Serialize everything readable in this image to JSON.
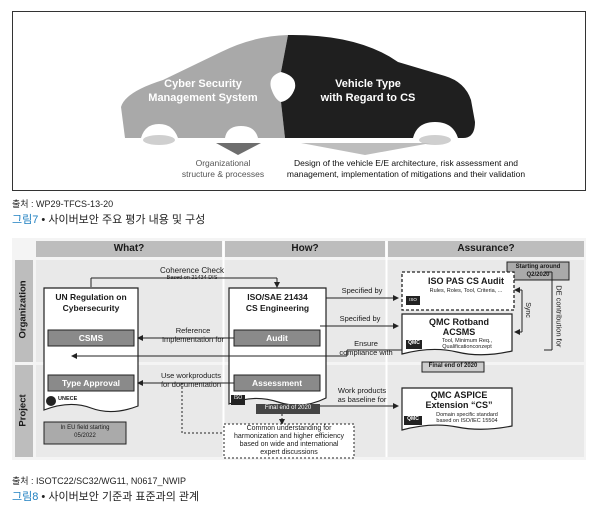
{
  "figure1": {
    "left_piece": {
      "line1": "Cyber Security",
      "line2": "Management System"
    },
    "right_piece": {
      "line1": "Vehicle Type",
      "line2": "with Regard to CS"
    },
    "left_desc": {
      "line1": "Organizational",
      "line2": "structure & processes"
    },
    "right_desc": {
      "line1": "Design of the vehicle E/E architecture, risk assessment and",
      "line2": "management, implementation of mitigations and their validation"
    },
    "source": "출처 : WP29-TFCS-13-20",
    "caption_num": "그림7",
    "caption_text": "  •  사이버보안 주요 평가 내용 및 구성"
  },
  "figure2": {
    "col_headers": [
      "What?",
      "How?",
      "Assurance?"
    ],
    "row_headers": [
      "Organization",
      "Project"
    ],
    "coherence": {
      "title": "Coherence Check",
      "sub": "Based on 21434 DIS"
    },
    "un_reg": {
      "line1": "UN Regulation on",
      "line2": "Cybersecurity"
    },
    "csms": "CSMS",
    "type_approval": "Type Approval",
    "unece": "UNECE",
    "eu_field": {
      "line1": "In EU field starting",
      "line2": "05/2022"
    },
    "iso_box": {
      "line1": "ISO/SAE 21434",
      "line2": "CS Engineering"
    },
    "audit": "Audit",
    "assessment": "Assessment",
    "iso_badge": "ISO",
    "final_end": "Final end of 2020",
    "ref_impl": {
      "line1": "Reference",
      "line2": "Implementation for"
    },
    "use_wp": {
      "line1": "Use workproducts",
      "line2": "for documentation"
    },
    "specified_by_1": "Specified by",
    "specified_by_2": "Specified by",
    "ensure": {
      "line1": "Ensure",
      "line2": "compliance with"
    },
    "work_products": {
      "line1": "Work products",
      "line2": "as baseline for"
    },
    "starting": {
      "line1": "Starting around",
      "line2": "Q2/2020"
    },
    "pas_audit": {
      "title": "ISO PAS CS Audit",
      "sub": "Rules, Roles, Tool, Criteria, ..."
    },
    "qmc_rotband": {
      "line1": "QMC Rotband",
      "line2": "ACSMS",
      "sub1": "Tool, Minimum Req.,",
      "sub2": "Qualificationconzept"
    },
    "qmc_logo": "QMC",
    "sync": "Sync",
    "de_contrib": "DE contribution for",
    "qmc_aspice": {
      "line1": "QMC ASPICE",
      "line2": "Extension “CS”",
      "sub1": "Domain specific standard",
      "sub2": "based on ISO/IEC 15504"
    },
    "common": {
      "line1": "Common understanding for",
      "line2": "harmonization and higher efficiency",
      "line3": "based on wide and international",
      "line4": "expert discussions"
    },
    "source": "출처 : ISOTC22/SC32/WG11, N0617_NWIP",
    "caption_num": "그림8",
    "caption_text": "  •  사이버보안 기준과 표준과의 관계"
  }
}
